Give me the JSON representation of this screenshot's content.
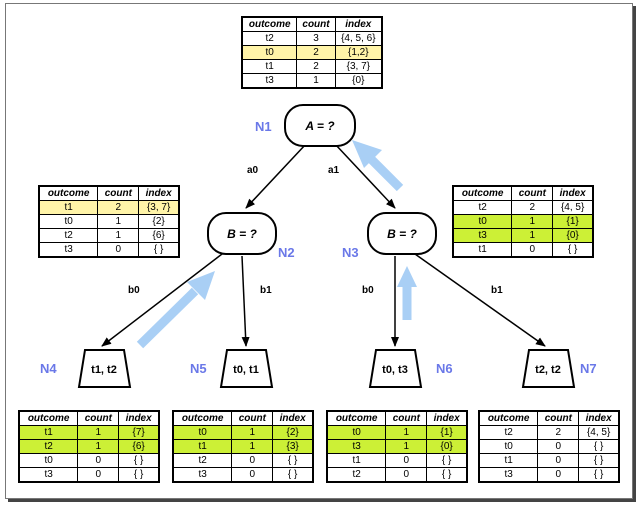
{
  "headers": [
    "outcome",
    "count",
    "index"
  ],
  "tables": {
    "root": [
      {
        "o": "t2",
        "c": "3",
        "i": "{4, 5, 6}",
        "hl": ""
      },
      {
        "o": "t0",
        "c": "2",
        "i": "{1,2}",
        "hl": "y"
      },
      {
        "o": "t1",
        "c": "2",
        "i": "{3, 7}",
        "hl": ""
      },
      {
        "o": "t3",
        "c": "1",
        "i": "{0}",
        "hl": ""
      }
    ],
    "n2": [
      {
        "o": "t1",
        "c": "2",
        "i": "{3, 7}",
        "hl": "y"
      },
      {
        "o": "t0",
        "c": "1",
        "i": "{2}",
        "hl": ""
      },
      {
        "o": "t2",
        "c": "1",
        "i": "{6}",
        "hl": ""
      },
      {
        "o": "t3",
        "c": "0",
        "i": "{ }",
        "hl": ""
      }
    ],
    "n3": [
      {
        "o": "t2",
        "c": "2",
        "i": "{4, 5}",
        "hl": ""
      },
      {
        "o": "t0",
        "c": "1",
        "i": "{1}",
        "hl": "g"
      },
      {
        "o": "t3",
        "c": "1",
        "i": "{0}",
        "hl": "g"
      },
      {
        "o": "t1",
        "c": "0",
        "i": "{ }",
        "hl": ""
      }
    ],
    "n4": [
      {
        "o": "t1",
        "c": "1",
        "i": "{7}",
        "hl": "g"
      },
      {
        "o": "t2",
        "c": "1",
        "i": "{6}",
        "hl": "g"
      },
      {
        "o": "t0",
        "c": "0",
        "i": "{ }",
        "hl": ""
      },
      {
        "o": "t3",
        "c": "0",
        "i": "{ }",
        "hl": ""
      }
    ],
    "n5": [
      {
        "o": "t0",
        "c": "1",
        "i": "{2}",
        "hl": "g"
      },
      {
        "o": "t1",
        "c": "1",
        "i": "{3}",
        "hl": "g"
      },
      {
        "o": "t2",
        "c": "0",
        "i": "{ }",
        "hl": ""
      },
      {
        "o": "t3",
        "c": "0",
        "i": "{ }",
        "hl": ""
      }
    ],
    "n6": [
      {
        "o": "t0",
        "c": "1",
        "i": "{1}",
        "hl": "g"
      },
      {
        "o": "t3",
        "c": "1",
        "i": "{0}",
        "hl": "g"
      },
      {
        "o": "t1",
        "c": "0",
        "i": "{ }",
        "hl": ""
      },
      {
        "o": "t2",
        "c": "0",
        "i": "{ }",
        "hl": ""
      }
    ],
    "n7": [
      {
        "o": "t2",
        "c": "2",
        "i": "{4, 5}",
        "hl": ""
      },
      {
        "o": "t0",
        "c": "0",
        "i": "{ }",
        "hl": ""
      },
      {
        "o": "t1",
        "c": "0",
        "i": "{ }",
        "hl": ""
      },
      {
        "o": "t3",
        "c": "0",
        "i": "{ }",
        "hl": ""
      }
    ]
  },
  "nodes": {
    "n1": {
      "label": "N1",
      "test": "A = ?"
    },
    "n2": {
      "label": "N2",
      "test": "B = ?"
    },
    "n3": {
      "label": "N3",
      "test": "B = ?"
    },
    "n4": {
      "label": "N4",
      "leaf": "t1, t2"
    },
    "n5": {
      "label": "N5",
      "leaf": "t0, t1"
    },
    "n6": {
      "label": "N6",
      "leaf": "t0, t3"
    },
    "n7": {
      "label": "N7",
      "leaf": "t2, t2"
    }
  },
  "edges": {
    "n1_n2": "a0",
    "n1_n3": "a1",
    "n2_n4": "b0",
    "n2_n5": "b1",
    "n3_n6": "b0",
    "n3_n7": "b1"
  },
  "colors": {
    "node_label": "#6a78e8",
    "highlight_yellow": "#fff4a8",
    "highlight_green": "#ccf036",
    "flow_arrow": "#a9cff5"
  }
}
